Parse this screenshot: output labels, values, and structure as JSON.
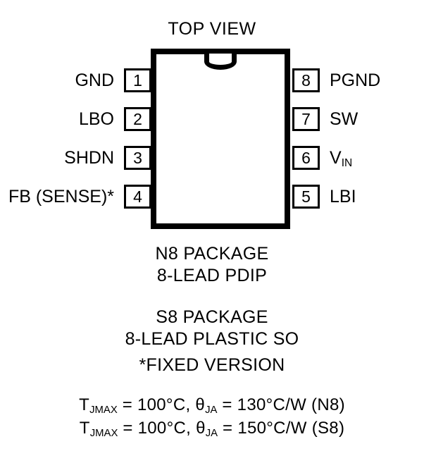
{
  "title": "TOP VIEW",
  "package": {
    "notch_icon": "notch-semicircle-icon"
  },
  "pins": {
    "left": [
      {
        "label": "GND",
        "number": "1"
      },
      {
        "label": "LBO",
        "number": "2"
      },
      {
        "label": "SHDN",
        "number": "3"
      },
      {
        "label": "FB (SENSE)*",
        "number": "4"
      }
    ],
    "right": [
      {
        "label": "PGND",
        "number": "8"
      },
      {
        "label": "SW",
        "number": "7"
      },
      {
        "label": "VIN",
        "number": "6",
        "base": "V",
        "sub": "IN"
      },
      {
        "label": "LBI",
        "number": "5"
      }
    ]
  },
  "captions": {
    "package_n8_line1": "N8 PACKAGE",
    "package_n8_line2": "8-LEAD PDIP",
    "package_s8_line1": "S8 PACKAGE",
    "package_s8_line2": "8-LEAD PLASTIC SO",
    "fixed_version_note": "*FIXED VERSION"
  },
  "thermal": {
    "line1": {
      "tj_base": "T",
      "tj_sub": "JMAX",
      "tj_value": " = 100°C, ",
      "theta_base": "θ",
      "theta_sub": "JA",
      "theta_value": " = 130°C/W (N8)"
    },
    "line2": {
      "tj_base": "T",
      "tj_sub": "JMAX",
      "tj_value": " = 100°C, ",
      "theta_base": "θ",
      "theta_sub": "JA",
      "theta_value": " = 150°C/W (S8)"
    }
  },
  "colors": {
    "ink": "#000000",
    "background": "#ffffff"
  }
}
